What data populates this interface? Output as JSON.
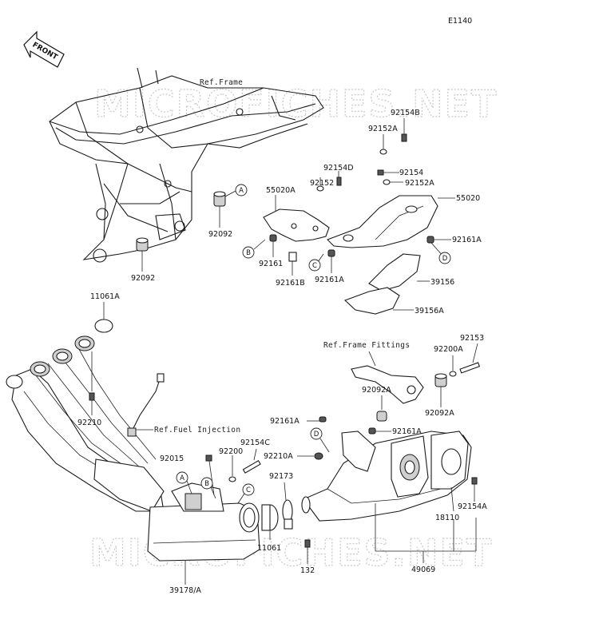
{
  "diagram_code": "E1140",
  "front_label": "FRONT",
  "watermarks": [
    "MICROFICHES.NET",
    "MICROFICHES.NET"
  ],
  "refs": {
    "frame": "Ref.Frame",
    "frame_fittings": "Ref.Frame Fittings",
    "fuel_injection": "Ref.Fuel Injection"
  },
  "callouts": [
    "A",
    "B",
    "C",
    "D"
  ],
  "parts": [
    "92154B",
    "92152A",
    "92154D",
    "92154",
    "92152A",
    "55020A",
    "92152",
    "55020",
    "92092",
    "92161A",
    "92161",
    "92161A",
    "92161B",
    "92092",
    "39156",
    "39156A",
    "11061A",
    "92153",
    "92200A",
    "92092A",
    "92092A",
    "92210",
    "92161A",
    "92161A",
    "92154C",
    "92015",
    "92200",
    "92210A",
    "92173",
    "18110",
    "92154A",
    "11061",
    "132",
    "49069",
    "39178/A"
  ]
}
